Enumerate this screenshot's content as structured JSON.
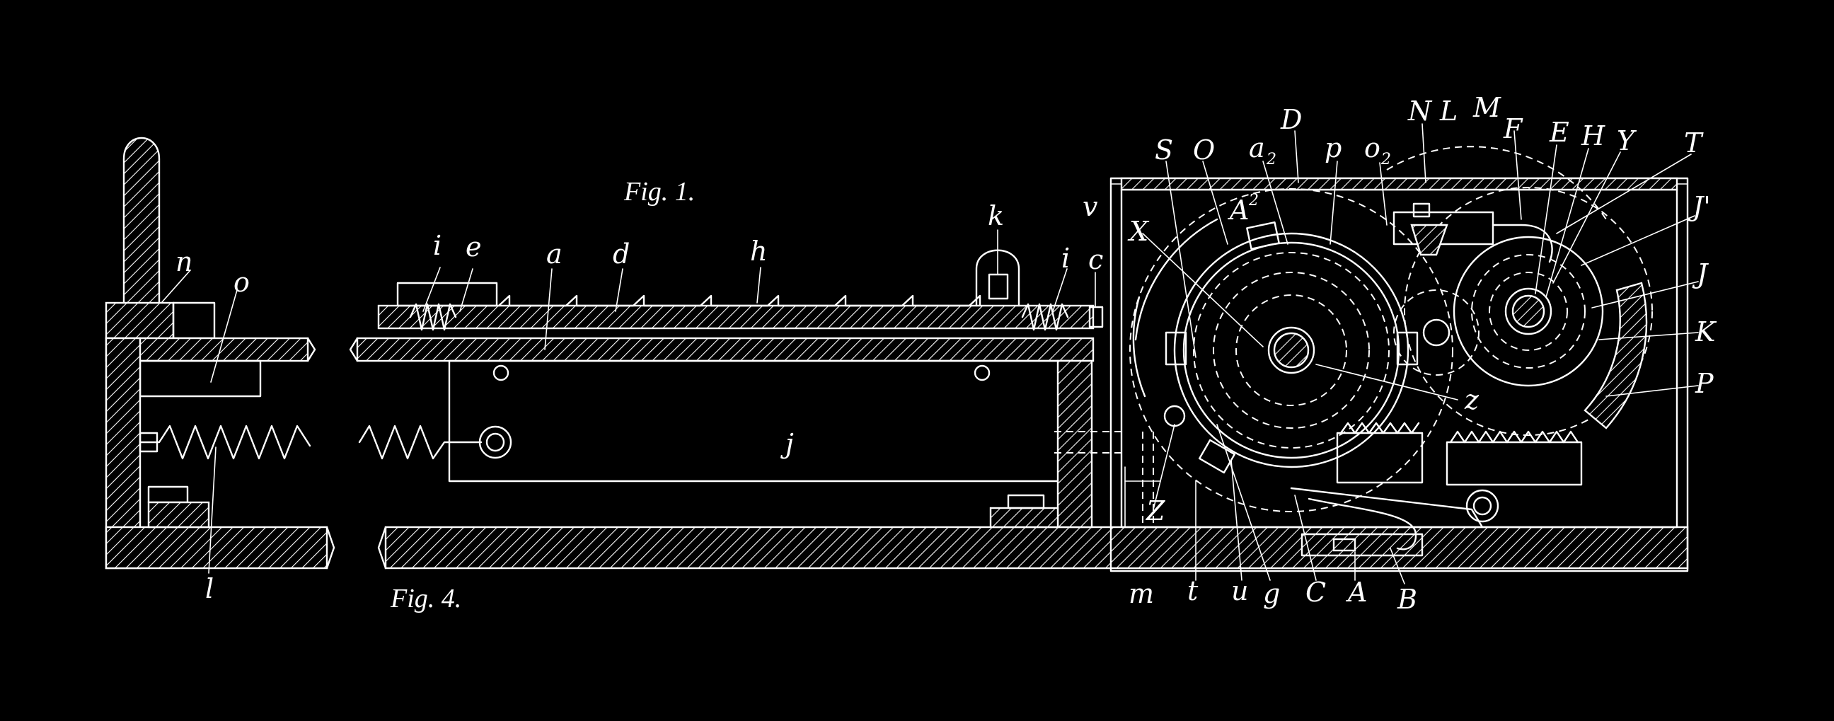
{
  "captions": {
    "fig1": "Fig. 1.",
    "fig4": "Fig. 4."
  },
  "labels": {
    "n": "n",
    "o": "o",
    "l": "l",
    "i_left": "i",
    "e": "e",
    "a": "a",
    "d": "d",
    "h": "h",
    "k": "k",
    "i_right": "i",
    "c": "c",
    "v": "v",
    "j": "j",
    "X": "X",
    "S": "S",
    "O": "O",
    "a2_main": "a",
    "a2_sub": "2",
    "D": "D",
    "A2_main": "A",
    "A2_sup": "2",
    "p": "p",
    "o2_main": "o",
    "o2_sub": "2",
    "N": "N",
    "L": "L",
    "M": "M",
    "F": "F",
    "E": "E",
    "H": "H",
    "Y": "Y",
    "T": "T",
    "J_prime": "J'",
    "J": "J",
    "K": "K",
    "P": "P",
    "z": "z",
    "Z": "Z",
    "m": "m",
    "t": "t",
    "u": "u",
    "g": "g",
    "C": "C",
    "A": "A",
    "B": "B"
  },
  "colors": {
    "background": "#000000",
    "ink": "#ffffff"
  }
}
